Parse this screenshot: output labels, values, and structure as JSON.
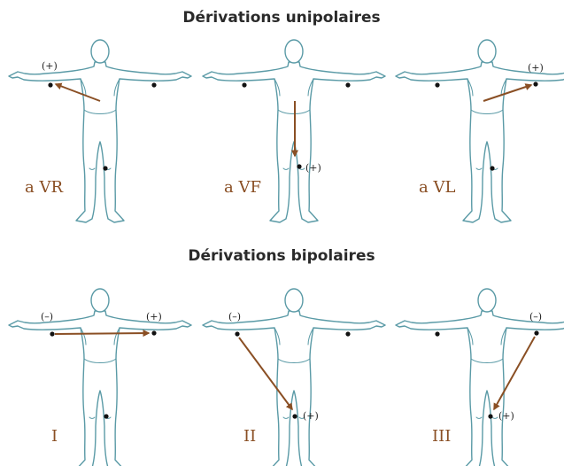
{
  "colors": {
    "body_outline": "#5a9aa6",
    "arrow": "#8a4f24",
    "label": "#8a4f24",
    "electrode": "#111111"
  },
  "sections": [
    {
      "title": "Dérivations unipolaires",
      "figures": [
        {
          "lead": "a VR",
          "signs": [
            "(+)"
          ]
        },
        {
          "lead": "a VF",
          "signs": [
            "(+)"
          ]
        },
        {
          "lead": "a VL",
          "signs": [
            "(+)"
          ]
        }
      ]
    },
    {
      "title": "Dérivations bipolaires",
      "figures": [
        {
          "lead": "I",
          "signs": [
            "(–)",
            "(+)"
          ]
        },
        {
          "lead": "II",
          "signs": [
            "(–)",
            "(+)"
          ]
        },
        {
          "lead": "III",
          "signs": [
            "(–)",
            "(+)"
          ]
        }
      ]
    }
  ]
}
